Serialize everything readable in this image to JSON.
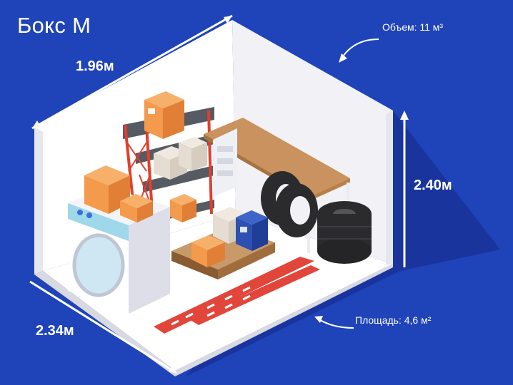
{
  "title": "Бокс М",
  "dimensions": {
    "width": "1.96м",
    "height": "2.40м",
    "length": "2.34м"
  },
  "volume_label": "Объем: 11 м³",
  "area_label": "Площадь: 4,6 м²",
  "colors": {
    "background": "#1f43b8",
    "wall": "#ffffff",
    "wall_shade": "#e9e9ef",
    "floor_shadow": "#18339a",
    "box_orange": "#f39a4c",
    "shelf_red": "#e0402e",
    "desk_top": "#c9925f",
    "ski_red": "#e2463a",
    "tire": "#2b2b2d"
  },
  "icons": {
    "washing_machine": "washing-machine-icon",
    "shelving": "shelving-unit-icon",
    "desk": "desk-icon",
    "tires": "tires-icon",
    "skis": "skis-icon",
    "pallet": "pallet-icon"
  }
}
